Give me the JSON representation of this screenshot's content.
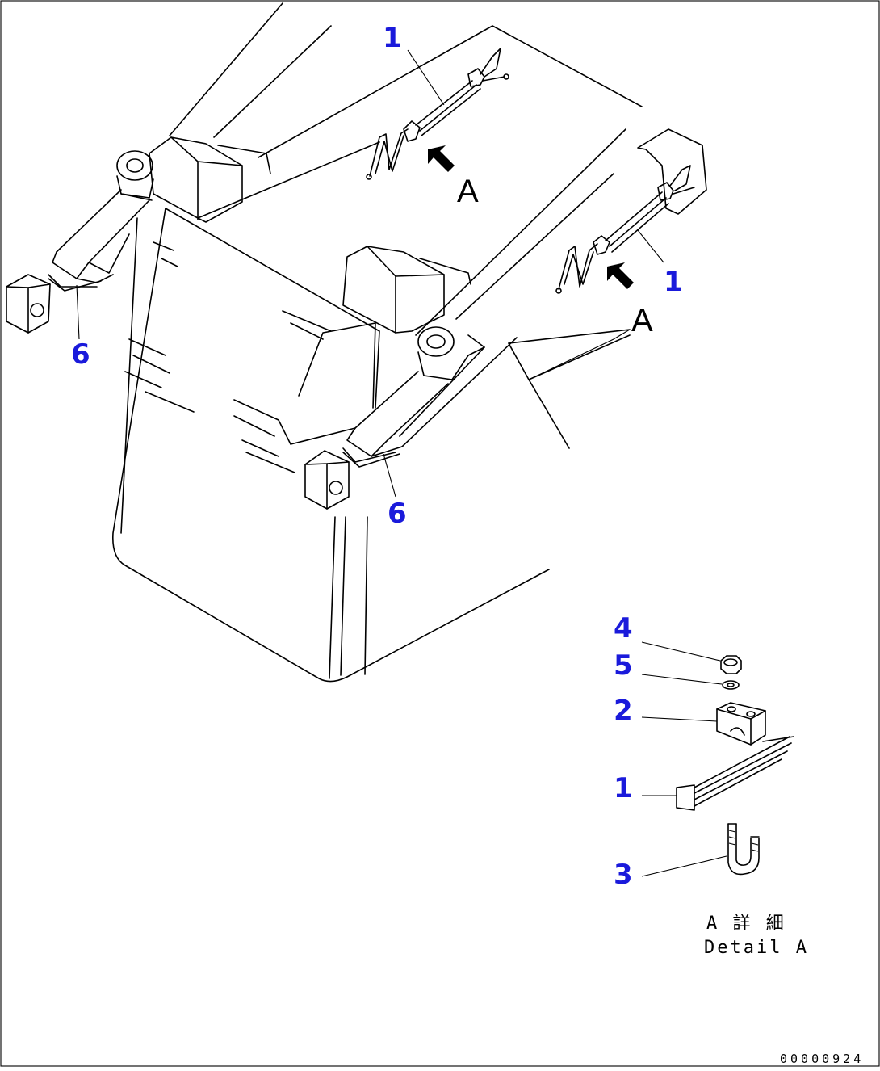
{
  "callouts": {
    "top_1": "1",
    "right_1": "1",
    "left_6": "6",
    "center_6": "6",
    "detail_4": "4",
    "detail_5": "5",
    "detail_2": "2",
    "detail_1": "1",
    "detail_3": "3"
  },
  "view_markers": {
    "top_a": "A",
    "right_a": "A"
  },
  "detail": {
    "caption_jp": "A 詳 細",
    "caption_en": "Detail A"
  },
  "doc_id": "00000924",
  "colors": {
    "callout": "#1a1adb",
    "line": "#000000"
  }
}
